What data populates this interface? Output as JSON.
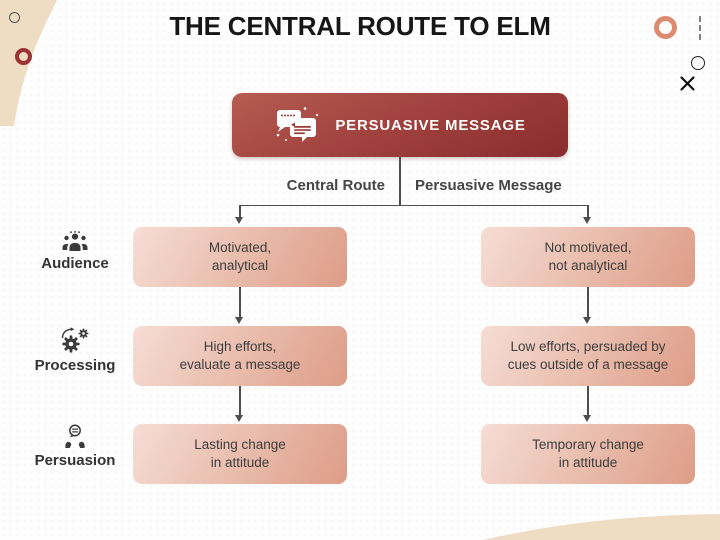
{
  "title": "THE CENTRAL ROUTE TO ELM",
  "root": {
    "label": "PERSUASIVE MESSAGE",
    "icon": "chat-bubbles-icon"
  },
  "branches": {
    "left": "Central Route",
    "right": "Persuasive Message"
  },
  "rows": [
    {
      "label": "Audience",
      "icon": "people-icon",
      "left": "Motivated,\nanalytical",
      "right": "Not motivated,\nnot analytical"
    },
    {
      "label": "Processing",
      "icon": "gears-icon",
      "left": "High efforts,\nevaluate a message",
      "right": "Low efforts, persuaded by\ncues outside of a message"
    },
    {
      "label": "Persuasion",
      "icon": "speaker-person-icon",
      "left": "Lasting change\nin attitude",
      "right": "Temporary change\nin attitude"
    }
  ],
  "colors": {
    "title_text": "#161616",
    "root_gradient_start": "#b65d50",
    "root_gradient_end": "#8a2c2c",
    "row_box_gradient_start": "#f6ddd5",
    "row_box_gradient_end": "#dd9d86",
    "box_text": "#3d3d3d",
    "connector": "#4d4d4d",
    "beige_shape": "#eedcc3",
    "coral_ring": "#dd8b70",
    "maroon_ring": "#9b3434"
  }
}
